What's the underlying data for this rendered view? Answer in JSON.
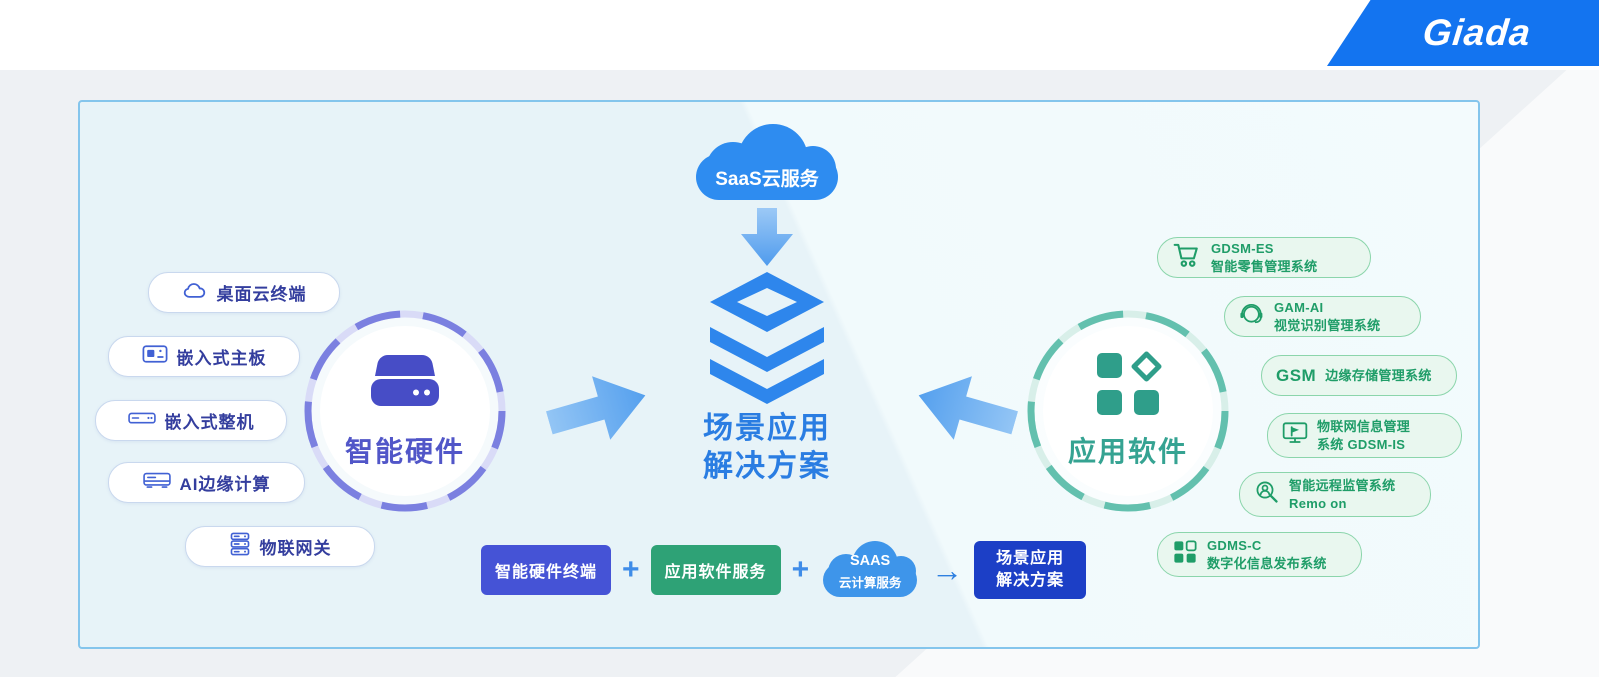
{
  "brand": {
    "name": "Giada",
    "color": "#1374f0"
  },
  "colors": {
    "panel_border": "#84c5ec",
    "primary_blue": "#2e86ec",
    "hardware_purple": "#5156c8",
    "software_teal": "#35a392",
    "software_item_green": "#1f9d68",
    "formula_hardware_bg": "#4553d6",
    "formula_software_bg": "#2ea276",
    "formula_result_bg": "#1c3fc6"
  },
  "icons": [
    "cloud-icon",
    "layers-icon",
    "arrow-down-icon",
    "flow-arrow-right-icon",
    "flow-arrow-left-icon",
    "hard-drive-icon",
    "app-grid-icon",
    "desktop-cloud-icon",
    "embedded-board-icon",
    "embedded-unit-icon",
    "ai-edge-icon",
    "iot-gateway-icon",
    "shopping-cart-icon",
    "vision-ai-icon",
    "gsm-wordmark",
    "iot-info-monitor-icon",
    "remote-monitor-icon",
    "grid-icon"
  ],
  "diagram": {
    "cloud_label": "SaaS云服务",
    "center_title_line1": "场景应用",
    "center_title_line2": "解决方案",
    "hardware": {
      "label": "智能硬件",
      "items": [
        {
          "label": "桌面云终端",
          "icon": "desktop-cloud-icon"
        },
        {
          "label": "嵌入式主板",
          "icon": "embedded-board-icon"
        },
        {
          "label": "嵌入式整机",
          "icon": "embedded-unit-icon"
        },
        {
          "label": "AI边缘计算",
          "icon": "ai-edge-icon"
        },
        {
          "label": "物联网关",
          "icon": "iot-gateway-icon"
        }
      ]
    },
    "software": {
      "label": "应用软件",
      "items": [
        {
          "line1": "GDSM-ES",
          "line2": "智能零售管理系统",
          "icon": "shopping-cart-icon"
        },
        {
          "line1": "GAM-AI",
          "line2": "视觉识别管理系统",
          "icon": "vision-ai-icon"
        },
        {
          "prefix": "GSM",
          "line1": "边缘存储管理系统",
          "icon": "gsm-wordmark"
        },
        {
          "line1": "物联网信息管理",
          "line2": "系统 GDSM-IS",
          "icon": "iot-info-monitor-icon"
        },
        {
          "line1": "智能远程监管系统",
          "line2": "Remo on",
          "icon": "remote-monitor-icon"
        },
        {
          "line1": "GDMS-C",
          "line2": "数字化信息发布系统",
          "icon": "grid-icon"
        }
      ]
    },
    "formula": {
      "item1": "智能硬件终端",
      "plus": "+",
      "item2": "应用软件服务",
      "saas_line1": "SAAS",
      "saas_line2": "云计算服务",
      "arrow": "→",
      "result_line1": "场景应用",
      "result_line2": "解决方案"
    }
  }
}
